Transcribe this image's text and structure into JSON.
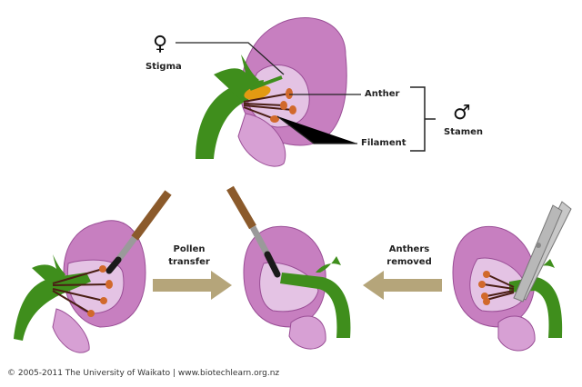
{
  "diagram": {
    "labels": {
      "female_symbol": "♀",
      "stigma": "Stigma",
      "anther": "Anther",
      "filament": "Filament",
      "male_symbol": "♂",
      "stamen": "Stamen",
      "pollen_transfer_line1": "Pollen",
      "pollen_transfer_line2": "transfer",
      "anthers_removed_line1": "Anthers",
      "anthers_removed_line2": "removed"
    },
    "colors": {
      "petal_outer": "#c77fc0",
      "petal_inner": "#e4c3e4",
      "petal_dark": "#a34fa0",
      "stem": "#3f8e1c",
      "stem_dark": "#2e6e12",
      "anther": "#d1692b",
      "ovary": "#e39a12",
      "filament": "#4a1e14",
      "arrow": "#b5a57a",
      "brush_handle": "#8b5a2b",
      "brush_ferrule": "#9a9a9a",
      "scissors": "#c8c8c8"
    }
  },
  "footer": {
    "credit": "© 2005-2011 The University of Waikato | www.biotechlearn.org.nz"
  }
}
